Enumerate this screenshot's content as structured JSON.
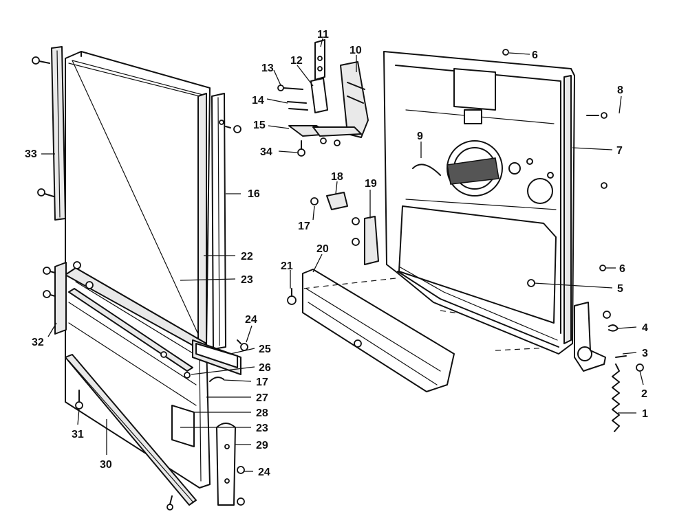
{
  "diagram": {
    "callouts": [
      {
        "id": "1",
        "label": "1"
      },
      {
        "id": "2",
        "label": "2"
      },
      {
        "id": "3",
        "label": "3"
      },
      {
        "id": "4",
        "label": "4"
      },
      {
        "id": "5",
        "label": "5"
      },
      {
        "id": "6a",
        "label": "6"
      },
      {
        "id": "6b",
        "label": "6"
      },
      {
        "id": "7",
        "label": "7"
      },
      {
        "id": "8",
        "label": "8"
      },
      {
        "id": "9",
        "label": "9"
      },
      {
        "id": "10",
        "label": "10"
      },
      {
        "id": "11",
        "label": "11"
      },
      {
        "id": "12",
        "label": "12"
      },
      {
        "id": "13",
        "label": "13"
      },
      {
        "id": "14",
        "label": "14"
      },
      {
        "id": "15",
        "label": "15"
      },
      {
        "id": "16",
        "label": "16"
      },
      {
        "id": "17a",
        "label": "17"
      },
      {
        "id": "17b",
        "label": "17"
      },
      {
        "id": "18",
        "label": "18"
      },
      {
        "id": "19",
        "label": "19"
      },
      {
        "id": "20",
        "label": "20"
      },
      {
        "id": "21",
        "label": "21"
      },
      {
        "id": "22",
        "label": "22"
      },
      {
        "id": "23a",
        "label": "23"
      },
      {
        "id": "23b",
        "label": "23"
      },
      {
        "id": "24a",
        "label": "24"
      },
      {
        "id": "24b",
        "label": "24"
      },
      {
        "id": "25",
        "label": "25"
      },
      {
        "id": "26",
        "label": "26"
      },
      {
        "id": "27",
        "label": "27"
      },
      {
        "id": "28",
        "label": "28"
      },
      {
        "id": "29",
        "label": "29"
      },
      {
        "id": "30",
        "label": "30"
      },
      {
        "id": "31",
        "label": "31"
      },
      {
        "id": "32",
        "label": "32"
      },
      {
        "id": "33",
        "label": "33"
      },
      {
        "id": "34",
        "label": "34"
      }
    ]
  }
}
